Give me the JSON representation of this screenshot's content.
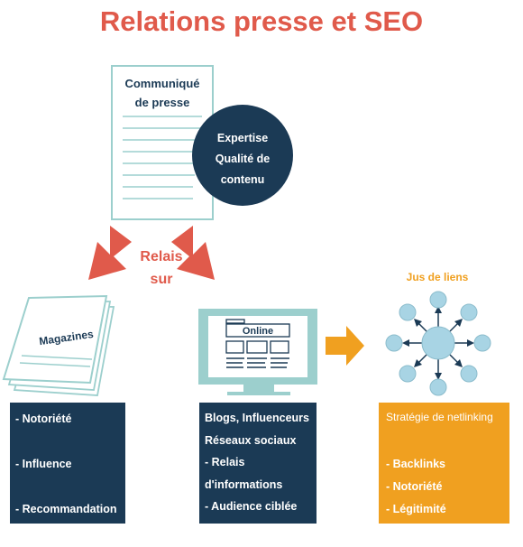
{
  "title": "Relations presse et SEO",
  "press_release": {
    "title_line1": "Communiqué",
    "title_line2": "de presse"
  },
  "expertise_circle": {
    "line1": "Expertise",
    "line2": "Qualité de",
    "line3": "contenu"
  },
  "relais_label": {
    "line1": "Relais",
    "line2": "sur"
  },
  "magazines": {
    "label": "Magazines"
  },
  "computer": {
    "screen_label": "Online"
  },
  "link_juice": {
    "label": "Jus de liens"
  },
  "boxes": {
    "magazines": [
      "- Notoriété",
      "- Influence",
      "- Recommandation"
    ],
    "online": [
      "Blogs, Influenceurs",
      "Réseaux sociaux",
      "- Relais",
      "d'informations",
      "- Audience ciblée"
    ],
    "netlinking": {
      "lead": "Stratégie de netlinking",
      "items": [
        "- Backlinks",
        "- Notoriété",
        "- Légitimité"
      ]
    }
  },
  "colors": {
    "title_red": "#e05a4b",
    "navy": "#1b3a55",
    "teal_outline": "#9ccfcd",
    "arrow_red": "#e05a4b",
    "orange": "#f0a020",
    "node_blue": "#a8d4e4"
  },
  "icons": [
    "press-release-document-icon",
    "magazines-icon",
    "computer-monitor-icon",
    "link-network-icon",
    "arrow-icon"
  ]
}
